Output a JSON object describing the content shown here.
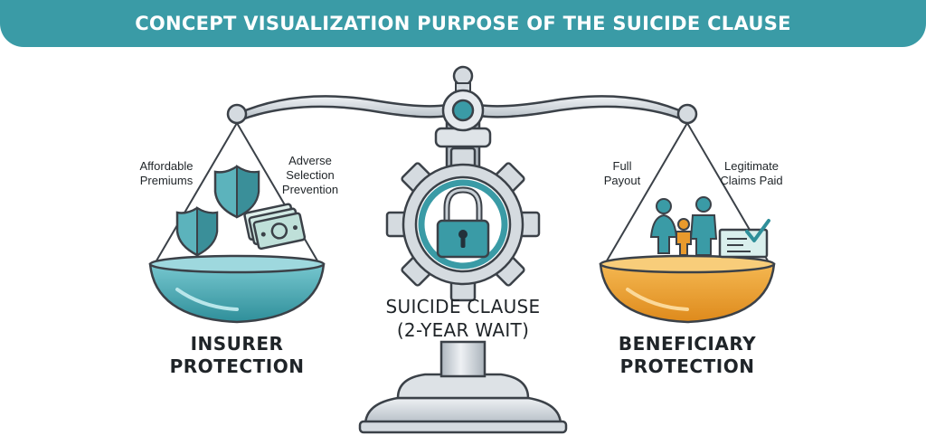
{
  "header": {
    "title": "CONCEPT VISUALIZATION PURPOSE OF THE SUICIDE CLAUSE"
  },
  "left_pan": {
    "label_1": "Affordable\nPremiums",
    "label_2": "Adverse\nSelection\nPrevention",
    "title_line1": "INSURER",
    "title_line2": "PROTECTION"
  },
  "center": {
    "line1": "SUICIDE CLAUSE",
    "line2": "(2-YEAR WAIT)"
  },
  "right_pan": {
    "label_1": "Full\nPayout",
    "label_2": "Legitimate\nClaims Paid",
    "title_line1": "BENEFICIARY",
    "title_line2": "PROTECTION"
  },
  "colors": {
    "teal": "#3a9ba6",
    "orange": "#e99a2c",
    "metal": "#c9d0d6",
    "outline": "#3b4148"
  },
  "icons": [
    "shield-icon",
    "money-icon",
    "padlock-icon",
    "gear-icon",
    "family-icon",
    "check-document-icon"
  ]
}
